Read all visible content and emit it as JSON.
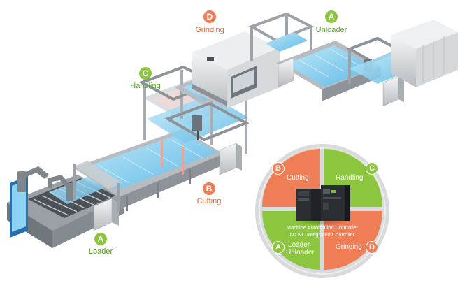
{
  "stations": {
    "loader": {
      "letter": "A",
      "label": "Loader"
    },
    "unloader": {
      "letter": "A",
      "label": "Unloader"
    },
    "handling": {
      "letter": "C",
      "label": "Handling"
    },
    "grinding": {
      "letter": "D",
      "label": "Grinding"
    },
    "cutting": {
      "letter": "B",
      "label": "Cutting"
    }
  },
  "controller": {
    "quadrants": {
      "cutting": {
        "letter": "B",
        "label": "Cutting"
      },
      "handling": {
        "letter": "C",
        "label": "Handling"
      },
      "loader_unloader": {
        "letter": "A",
        "label_line1": "Loader ·",
        "label_line2": "Unloader"
      },
      "grinding": {
        "letter": "D",
        "label": "Grinding"
      }
    },
    "caption_line1": "Machine Automation Controller",
    "caption_line2": "NJ  NC Integrated Controller"
  },
  "colors": {
    "green": "#8cc63f",
    "green_text": "#5aa02c",
    "orange": "#ef7d55",
    "orange_text": "#e8663d",
    "circle_bg": "#d9dadb"
  }
}
